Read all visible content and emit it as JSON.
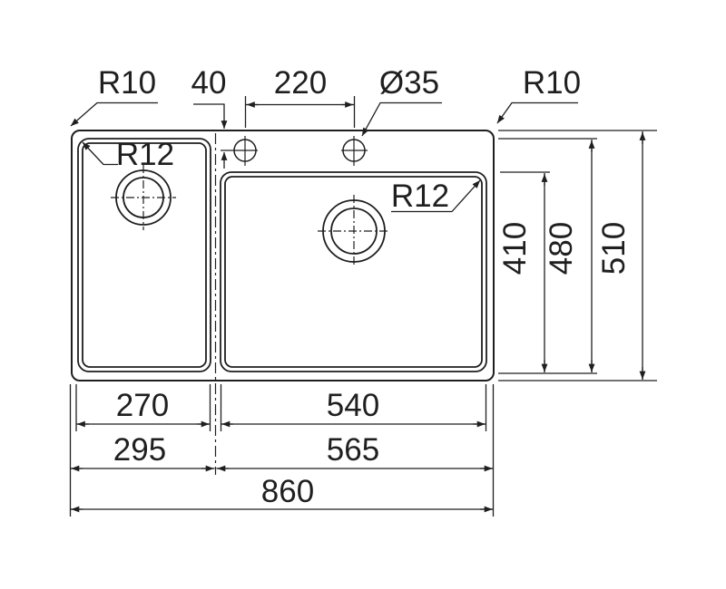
{
  "drawing": {
    "type": "technical dimension drawing",
    "subject": "double-bowl inset kitchen sink, top view",
    "units": "mm"
  },
  "dimensions": {
    "outer_corner_radius_left": "R10",
    "outer_corner_radius_right": "R10",
    "bowl_corner_radius_left": "R12",
    "bowl_corner_radius_right": "R12",
    "tap_hole_edge_offset": "40",
    "tap_hole_spacing": "220",
    "tap_hole_diameter": "Ø35",
    "right_bowl_length": "410",
    "left_bowl_length": "480",
    "overall_depth": "510",
    "left_bowl_width": "270",
    "right_bowl_width": "540",
    "left_section_width": "295",
    "right_section_width": "565",
    "overall_width": "860"
  },
  "colors": {
    "line": "#1f1f1f",
    "background": "#ffffff"
  }
}
